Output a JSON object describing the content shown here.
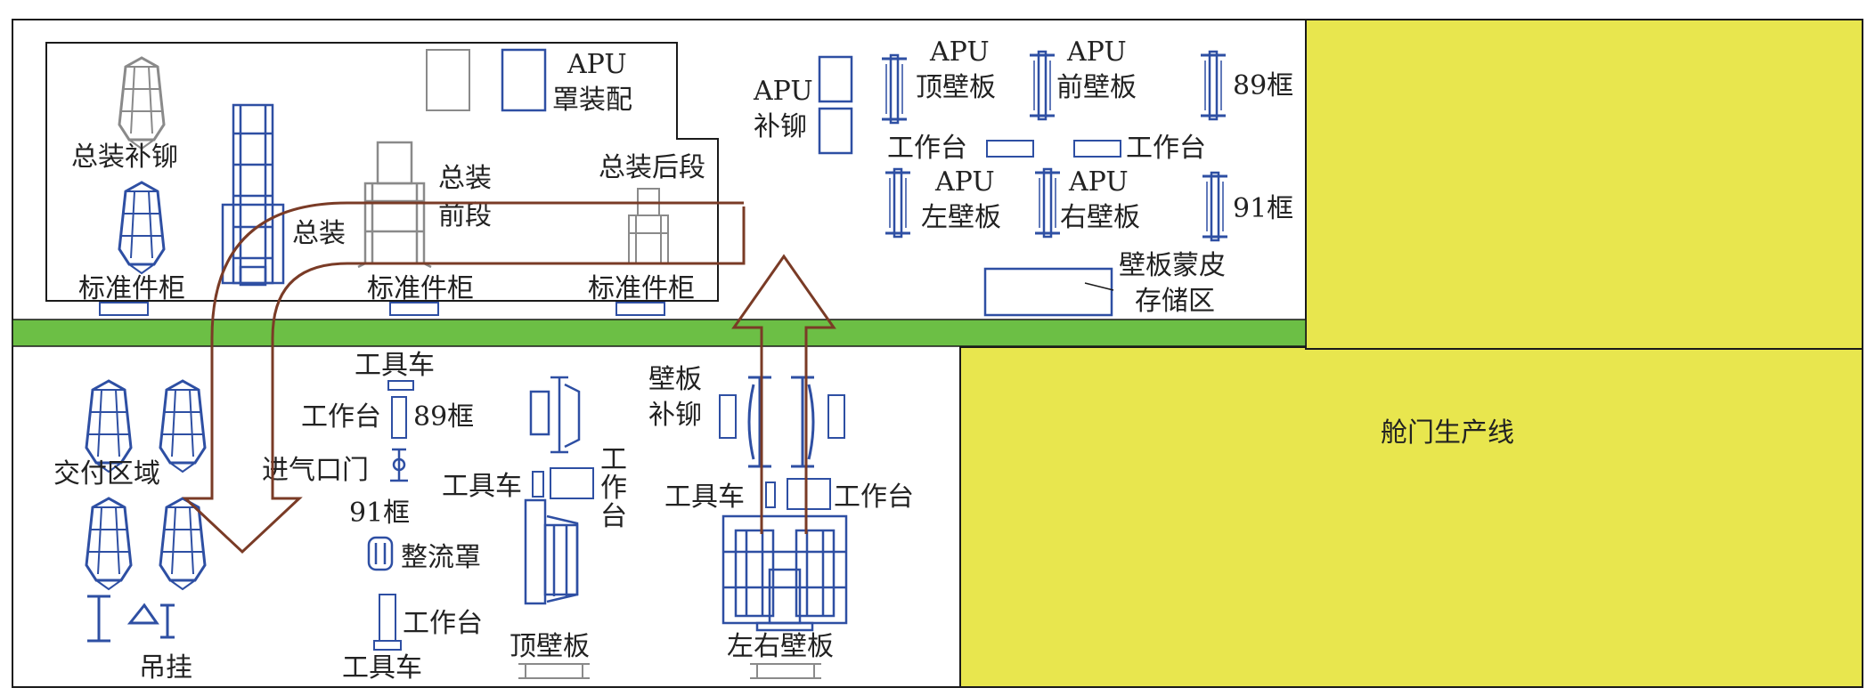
{
  "colors": {
    "outline": "#1a1a1a",
    "equipment": "#2e4fa3",
    "gray_equipment": "#8a8a8a",
    "flow_arrow": "#7a3b26",
    "green_band": "#6cbf45",
    "yellow_zone": "#e8e64e"
  },
  "upper_area": {
    "final_assembly": {
      "apu_cover_assembly": "APU\n罩装配",
      "final_assembly_riveting": "总装补铆",
      "final_assembly": "总装",
      "final_assembly_front_section": "总装\n前段",
      "final_assembly_rear_section": "总装后段",
      "standard_parts_cabinets": [
        "标准件柜",
        "标准件柜",
        "标准件柜"
      ]
    },
    "apu_panel_area": {
      "apu_riveting": "APU\n补铆",
      "apu_top_panel": "APU\n顶壁板",
      "apu_front_panel": "APU\n前壁板",
      "frame_89": "89框",
      "workbench_left": "工作台",
      "workbench_right": "工作台",
      "apu_left_panel": "APU\n左壁板",
      "apu_right_panel": "APU\n右壁板",
      "frame_91": "91框",
      "panel_skin_storage": "壁板蒙皮\n存储区"
    }
  },
  "lower_area": {
    "delivery_area": "交付区域",
    "hanger": "吊挂",
    "tool_cart_top": "工具车",
    "workbench_89": "工作台",
    "frame_89": "89框",
    "inlet_door": "进气口门",
    "frame_91": "91框",
    "fairing": "整流罩",
    "workbench_bottom": "工作台",
    "tool_cart_bottom": "工具车",
    "tool_cart_mid": "工具车",
    "workbench_vertical": "工\n作\n台",
    "top_panel": "顶壁板",
    "panel_riveting": "壁板\n补铆",
    "tool_cart_right": "工具车",
    "workbench_right": "工作台",
    "left_right_panels": "左右壁板"
  },
  "door_production_line": "舱门生产线"
}
